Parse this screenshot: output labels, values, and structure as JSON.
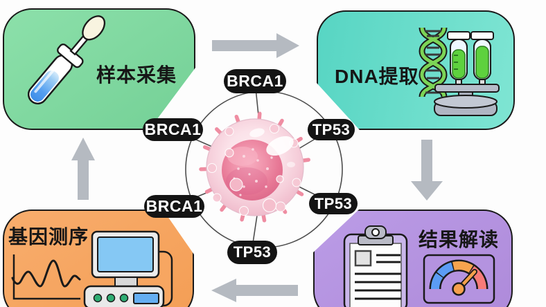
{
  "diagram": {
    "subject": "genetic-testing-cycle",
    "center_illustration": "virus-cell"
  },
  "stages": [
    {
      "id": "sample-collection",
      "label": "样本采集",
      "icon": "swab-test-tube-icon",
      "color": "#7fd7a0",
      "position": "top-left"
    },
    {
      "id": "dna-extraction",
      "label": "DNA提取",
      "icon": "dna-helix-test-tubes-icon",
      "color": "#63dcca",
      "position": "top-right"
    },
    {
      "id": "gene-sequencing",
      "label": "基因测序",
      "icon": "sequencer-computer-waveform-icon",
      "color": "#f7a661",
      "position": "bottom-left"
    },
    {
      "id": "result-interpretation",
      "label": "结果解读",
      "icon": "clipboard-gauge-icon",
      "color": "#b594e1",
      "position": "bottom-right"
    }
  ],
  "gene_labels": [
    {
      "label": "BRCA1",
      "position": "top"
    },
    {
      "label": "BRCA1",
      "position": "upper-left"
    },
    {
      "label": "BRCA1",
      "position": "lower-left"
    },
    {
      "label": "TP53",
      "position": "upper-right"
    },
    {
      "label": "TP53",
      "position": "lower-right"
    },
    {
      "label": "TP53",
      "position": "bottom"
    }
  ],
  "flow_arrows": [
    {
      "from": "样本采集",
      "to": "DNA提取",
      "direction": "right"
    },
    {
      "from": "DNA提取",
      "to": "结果解读",
      "direction": "down"
    },
    {
      "from": "结果解读",
      "to": "基因测序",
      "direction": "left"
    },
    {
      "from": "基因测序",
      "to": "样本采集",
      "direction": "up"
    }
  ],
  "colors": {
    "stage_sample_collection": "#7fd7a0",
    "stage_dna_extraction": "#63dcca",
    "stage_gene_sequencing": "#f7a661",
    "stage_result_interpretation": "#b594e1",
    "gene_pill_background": "#141414",
    "gene_pill_text": "#ffffff",
    "arrow_gray": "#b5bac1",
    "ring_line": "#4d4d4d",
    "outline_black": "#1a1a1a",
    "virus_pink": "#ef8da2",
    "background": "#ffffff"
  }
}
